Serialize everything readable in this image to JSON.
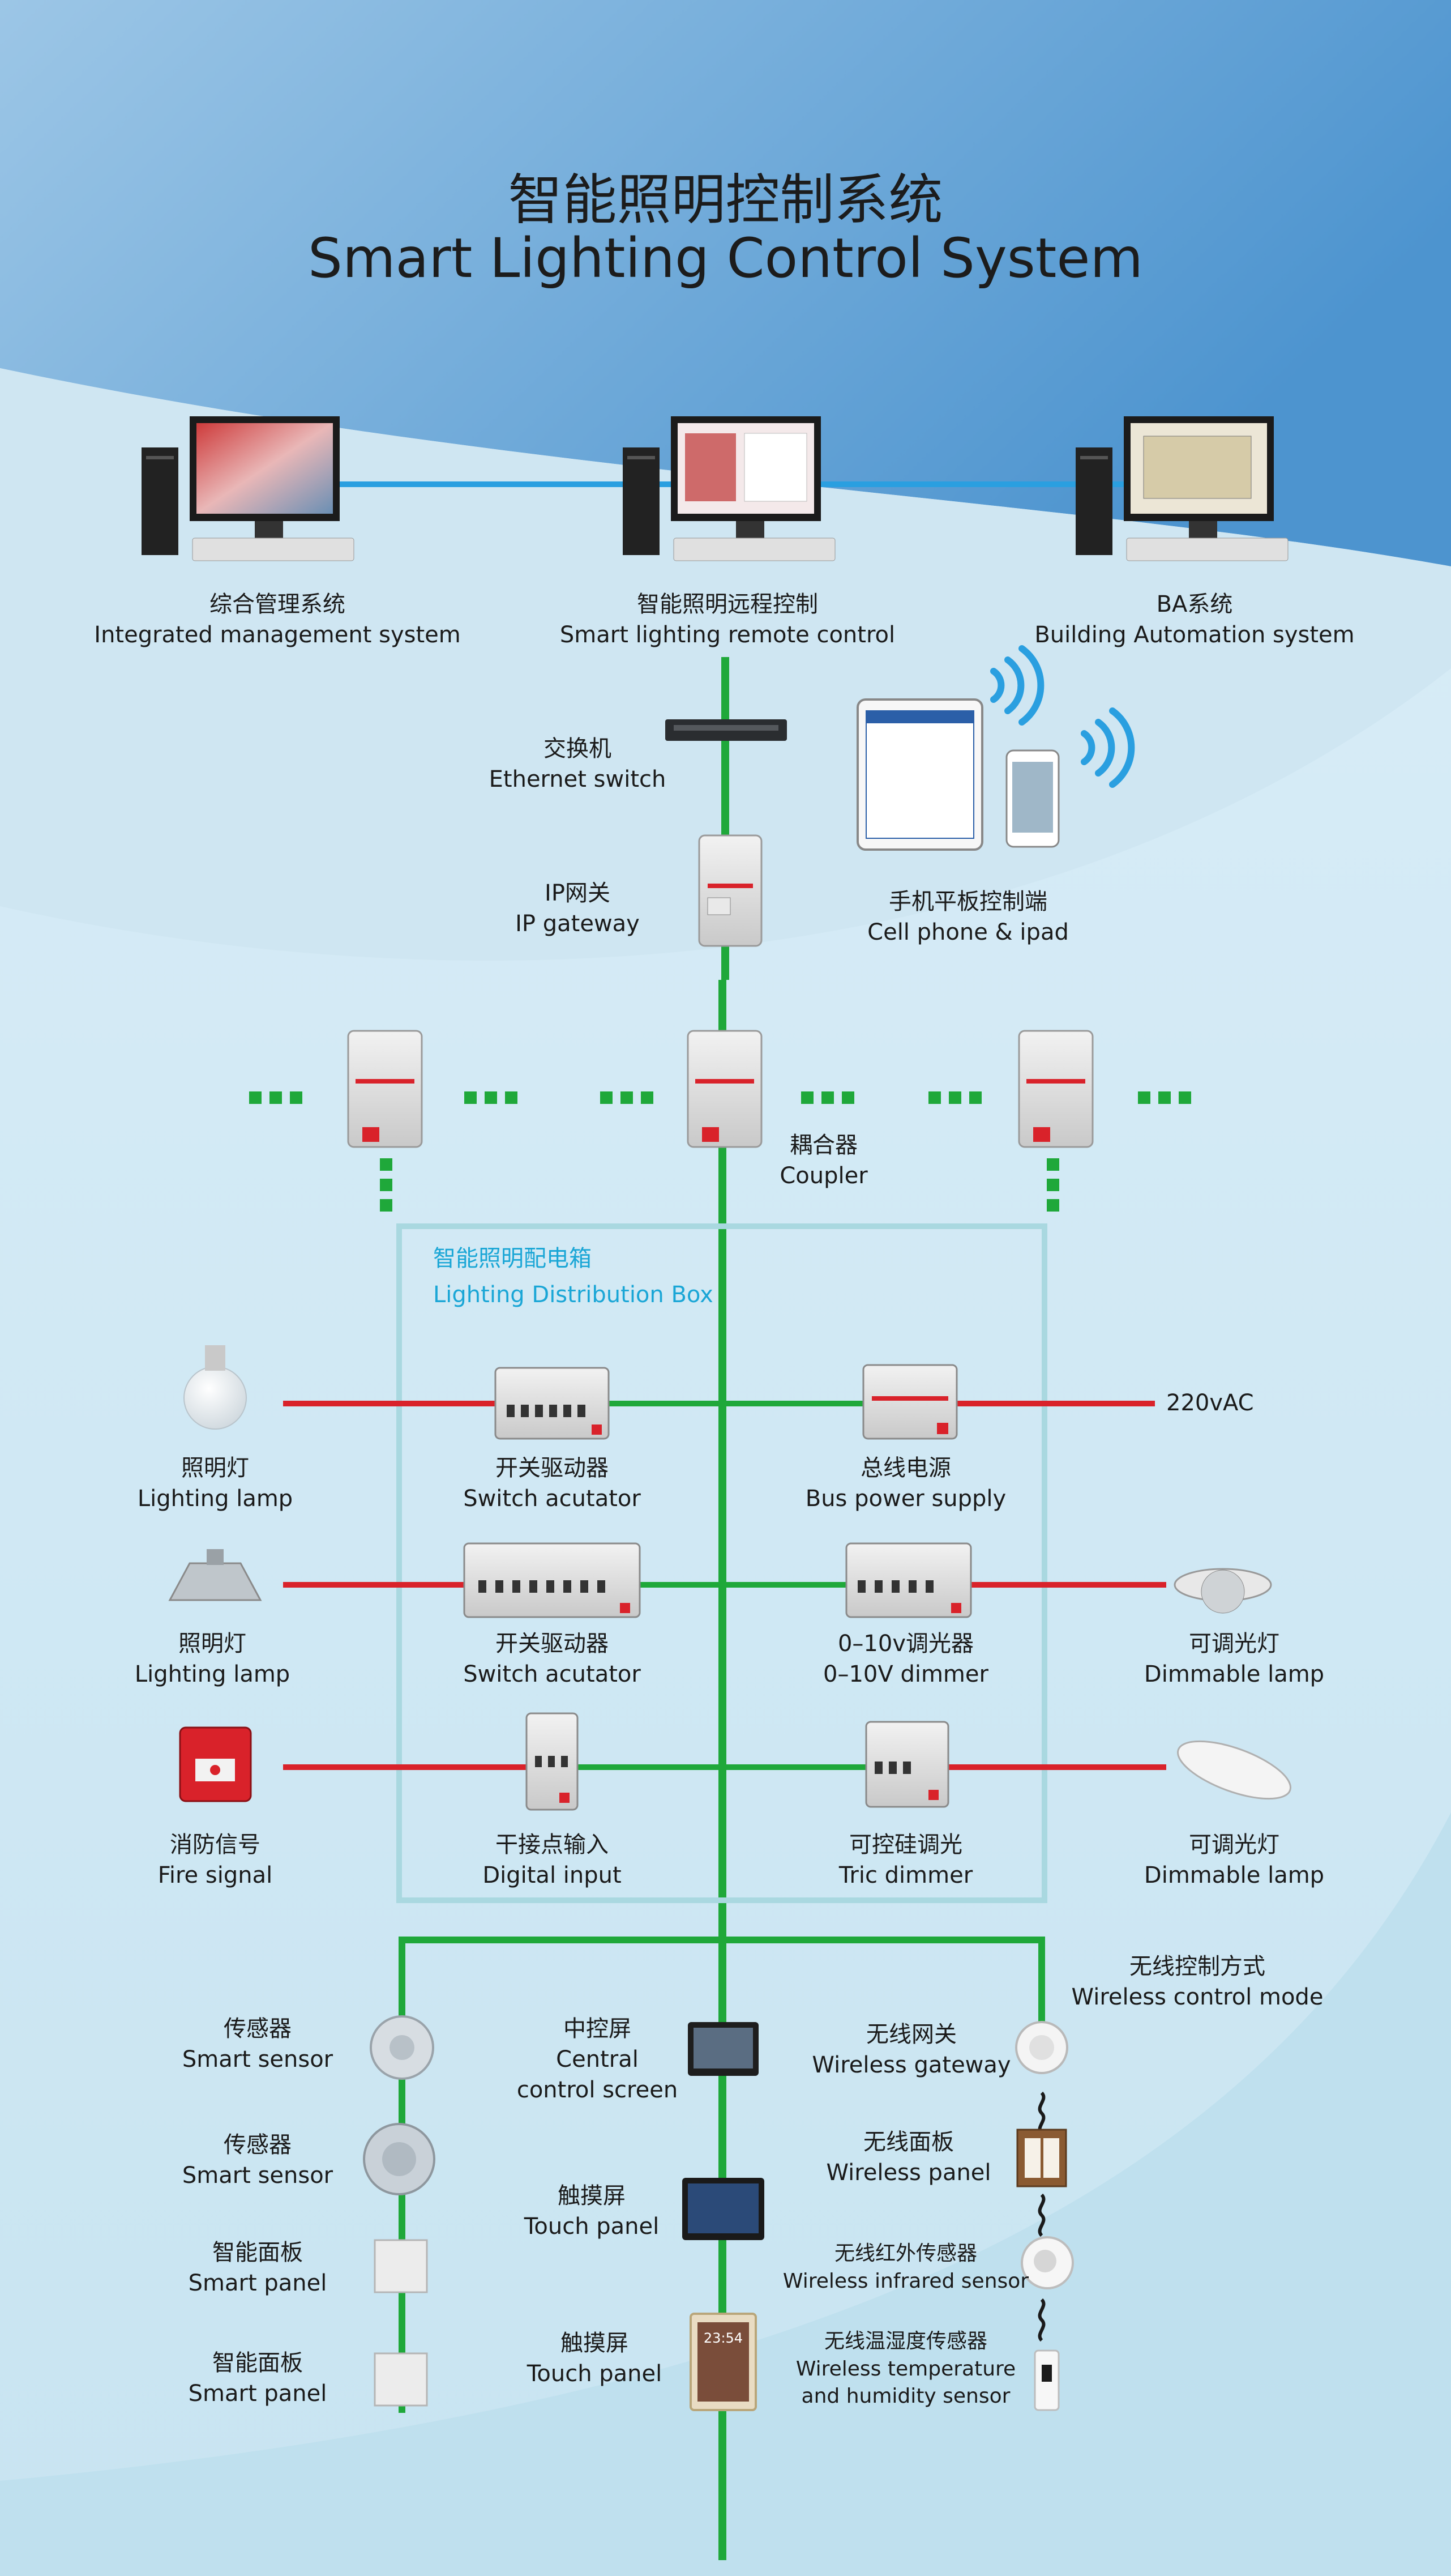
{
  "title": {
    "zh": "智能照明控制系统",
    "en": "Smart Lighting Control System"
  },
  "top_systems": [
    {
      "zh": "综合管理系统",
      "en": "Integrated management system"
    },
    {
      "zh": "智能照明远程控制",
      "en": "Smart lighting remote control"
    },
    {
      "zh": "BA系统",
      "en": "Building Automation system"
    }
  ],
  "network": {
    "switch": {
      "zh": "交换机",
      "en": "Ethernet switch"
    },
    "gateway": {
      "zh": "IP网关",
      "en": "IP gateway"
    },
    "mobile": {
      "zh": "手机平板控制端",
      "en": "Cell phone & ipad"
    },
    "coupler": {
      "zh": "耦合器",
      "en": "Coupler"
    }
  },
  "distribution_box": {
    "zh": "智能照明配电箱",
    "en": "Lighting Distribution Box"
  },
  "row1": {
    "left": {
      "zh": "照明灯",
      "en": "Lighting lamp"
    },
    "mod1": {
      "zh": "开关驱动器",
      "en": "Switch acutator"
    },
    "mod2": {
      "zh": "总线电源",
      "en": "Bus power supply"
    },
    "right": {
      "en": "220vAC"
    }
  },
  "row2": {
    "left": {
      "zh": "照明灯",
      "en": "Lighting lamp"
    },
    "mod1": {
      "zh": "开关驱动器",
      "en": "Switch acutator"
    },
    "mod2": {
      "zh": "0–10v调光器",
      "en": "0–10V dimmer"
    },
    "right": {
      "zh": "可调光灯",
      "en": "Dimmable lamp"
    }
  },
  "row3": {
    "left": {
      "zh": "消防信号",
      "en": "Fire signal"
    },
    "mod1": {
      "zh": "干接点输入",
      "en": "Digital input"
    },
    "mod2": {
      "zh": "可控硅调光",
      "en": "Tric dimmer"
    },
    "right": {
      "zh": "可调光灯",
      "en": "Dimmable lamp"
    }
  },
  "wireless_mode": {
    "zh": "无线控制方式",
    "en": "Wireless control mode"
  },
  "bottom_left": [
    {
      "zh": "传感器",
      "en": "Smart sensor"
    },
    {
      "zh": "传感器",
      "en": "Smart sensor"
    },
    {
      "zh": "智能面板",
      "en": "Smart panel"
    },
    {
      "zh": "智能面板",
      "en": "Smart panel"
    }
  ],
  "bottom_center": [
    {
      "zh": "中控屏",
      "en": "Central",
      "en2": "control screen"
    },
    {
      "zh": "触摸屏",
      "en": "Touch panel"
    },
    {
      "zh": "触摸屏",
      "en": "Touch panel",
      "clock": "23:54"
    }
  ],
  "bottom_right": [
    {
      "zh": "无线网关",
      "en": "Wireless gateway"
    },
    {
      "zh": "无线面板",
      "en": "Wireless panel"
    },
    {
      "zh": "无线红外传感器",
      "en": "Wireless infrared sensor"
    },
    {
      "zh": "无线温湿度传感器",
      "en": "Wireless temperature",
      "en2": "and humidity sensor"
    }
  ],
  "colors": {
    "bus_line": "#1fa83a",
    "power_line": "#d9222a",
    "ethernet_line": "#2a9fe0",
    "box_border": "#a9d8e0",
    "box_title": "#1aa6d6"
  }
}
